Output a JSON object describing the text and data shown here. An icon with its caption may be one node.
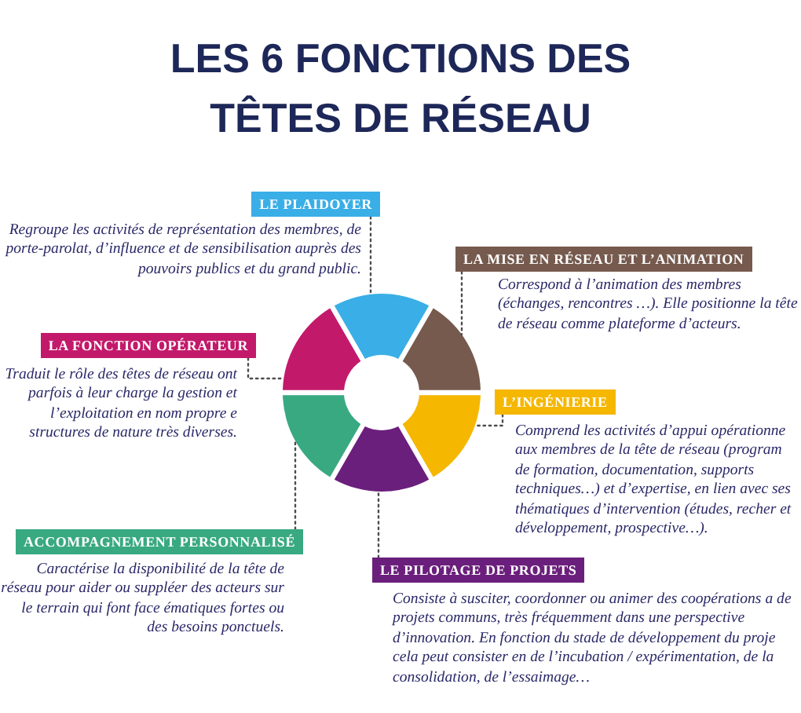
{
  "diagram": {
    "title": "LES 6 FONCTIONS DES TÊTES DE RÉSEAU",
    "nodes": [
      {
        "text": [
          "LE PLAIDOYER"
        ],
        "beside": [
          "Regroupe les activités de représentation des membres, de porte-parolat, d’influence et de sensibilisation auprès des pouvoirs publics et du grand public."
        ]
      },
      {
        "text": [
          "LA MISE EN RÉSEAU ET L’ANIMATION"
        ],
        "beside": [
          "Correspond à l’animation des membres (échanges, rencontres …). Elle positionne la tête de réseau comme plateforme d’acteurs."
        ]
      },
      {
        "text": [
          "LA FONCTION OPÉRATEUR"
        ],
        "beside": [
          "Traduit le rôle des têtes de réseau ont parfois à leur charge la gestion et l’exploitation en nom propre e structures de nature très diverses."
        ]
      },
      {
        "text": [
          "L’INGÉNIERIE"
        ],
        "beside": [
          "Comprend les activités d’appui opérationne aux membres de la tête de réseau (program de formation, documentation, supports techniques…) et d’expertise, en lien avec ses thématiques d’intervention (études, recher et développement, prospective…)."
        ]
      },
      {
        "text": [
          "ACCOMPAGNEMENT PERSONNALISÉ"
        ],
        "beside": [
          "Caractérise la disponibilité de la tête de réseau pour aider ou suppléer des acteurs sur le terrain qui font face ématiques fortes ou des besoins ponctuels."
        ]
      },
      {
        "text": [
          "LE PILOTAGE DE PROJETS"
        ],
        "beside": [
          "Consiste à susciter, coordonner ou animer des coopérations a de projets communs, très fréquemment dans une perspective d’innovation. En fonction du stade de développement du proje cela peut consister en de l’incubation / expérimentation, de la consolidation, de l’essaimage…"
        ]
      },
      {
        "text": [],
        "shape": "segment"
      },
      {
        "text": [],
        "shape": "segment"
      },
      {
        "text": [],
        "shape": "segment"
      },
      {
        "text": [],
        "shape": "segment"
      },
      {
        "text": [],
        "shape": "segment"
      },
      {
        "text": [],
        "shape": "segment"
      }
    ],
    "edges": [
      {
        "from": 0,
        "to": 6,
        "arrow": "none",
        "style": "dashed"
      },
      {
        "from": 1,
        "to": 8,
        "arrow": "none",
        "style": "dashed"
      },
      {
        "from": 2,
        "to": 7,
        "arrow": "none",
        "style": "dashed"
      },
      {
        "from": 3,
        "to": 10,
        "arrow": "none",
        "style": "dashed"
      },
      {
        "from": 4,
        "to": 9,
        "arrow": "none",
        "style": "dashed"
      },
      {
        "from": 5,
        "to": 11,
        "arrow": "none",
        "style": "dashed"
      }
    ]
  }
}
